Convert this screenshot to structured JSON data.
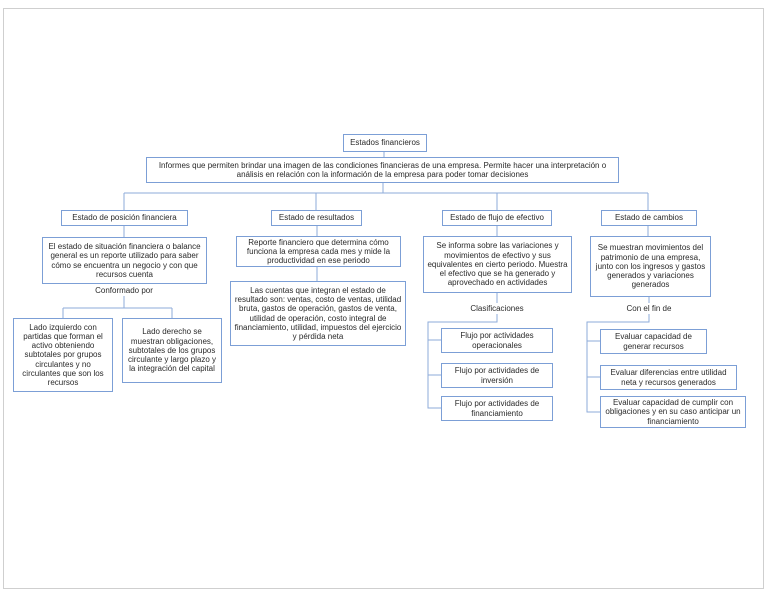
{
  "colors": {
    "box_border": "#7c9fd6",
    "connector": "#8eabda",
    "text": "#2a2a2a",
    "frame": "#cfcfcf",
    "background": "#ffffff"
  },
  "diagram": {
    "root": {
      "label": "Estados financieros"
    },
    "intro": "Informes que permiten brindar una imagen de las condiciones financieras de una empresa. Permite hacer una interpretación o análisis en relación con la información de la empresa para poder tomar decisiones",
    "branches": [
      {
        "title": "Estado de posición financiera",
        "description": "El estado de situación financiera o balance general es un reporte utilizado para saber cómo se encuentra un negocio y con que recursos cuenta",
        "connector_label": "Conformado por",
        "children": [
          "Lado izquierdo con partidas que forman el activo obteniendo subtotales por grupos circulantes y no circulantes que son los recursos",
          "Lado derecho se muestran obligaciones, subtotales de los grupos circulante y largo plazo y la integración del capital"
        ]
      },
      {
        "title": "Estado de resultados",
        "description": "Reporte financiero que determina cómo funciona la empresa cada mes y mide la productividad en ese periodo",
        "description2": "Las cuentas que integran el estado de resultado son: ventas, costo de ventas, utilidad bruta, gastos de operación, gastos de venta, utilidad de operación, costo integral de financiamiento, utilidad, impuestos del ejercicio y pérdida neta"
      },
      {
        "title": "Estado de flujo de efectivo",
        "description": "Se informa sobre las variaciones y movimientos de efectivo y sus equivalentes en cierto periodo. Muestra el efectivo que se ha generado y aprovechado en actividades",
        "connector_label": "Clasificaciones",
        "children": [
          "Flujo por actividades operacionales",
          "Flujo por actividades de inversión",
          "Flujo por actividades de financiamiento"
        ]
      },
      {
        "title": "Estado de cambios",
        "description": "Se muestran movimientos del patrimonio de una empresa, junto con los ingresos y gastos generados y variaciones generados",
        "connector_label": "Con el fin de",
        "children": [
          "Evaluar capacidad de generar recursos",
          "Evaluar diferencias entre utilidad neta y recursos generados",
          "Evaluar capacidad de cumplir con obligaciones y en su caso anticipar un financiamiento"
        ]
      }
    ]
  }
}
